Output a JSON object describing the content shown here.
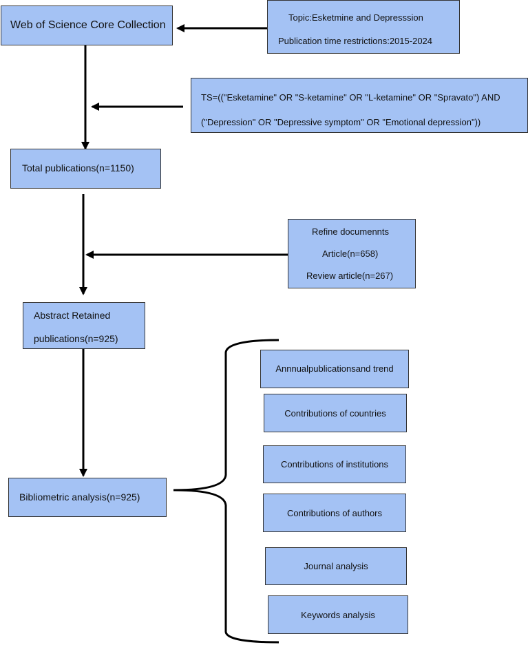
{
  "main_flow": {
    "wos": "Web of Science Core Collection",
    "total": "Total publications(n=1150)",
    "retained_line1": "Abstract Retained",
    "retained_line2": "publications(n=925)",
    "bibliometric": "Bibliometric analysis(n=925)"
  },
  "side_notes": {
    "topic": "Topic:Esketmine and Depresssion",
    "time": "Publication time restrictions:2015-2024",
    "ts_line1": "TS=((\"Esketamine\" OR \"S-ketamine\" OR \"L-ketamine\" OR \"Spravato\") AND",
    "ts_line2": "(\"Depression\" OR \"Depressive symptom\" OR \"Emotional depression\"))",
    "refine_title": "Refine documennts",
    "refine_article": "Article(n=658)",
    "refine_review": "Review article(n=267)"
  },
  "analyses": [
    "Annnualpublicationsand trend",
    "Contributions of countries",
    "Contributions of institutions",
    "Contributions of authors",
    "Journal analysis",
    "Keywords analysis"
  ]
}
